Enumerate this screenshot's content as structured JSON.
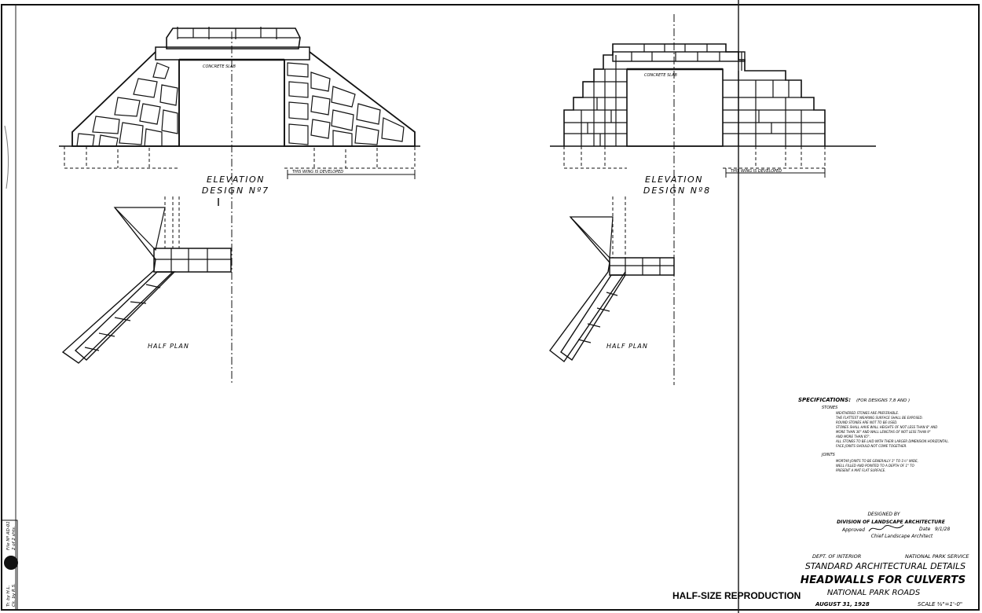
{
  "design7": {
    "slab_label": "CONCRETE SLAB",
    "wing_note": "THIS WING IS DEVELOPED",
    "elevation_title": "ELEVATION",
    "design_title": "DESIGN Nº7",
    "plan_label": "HALF PLAN"
  },
  "design8": {
    "slab_label": "CONCRETE SLAB",
    "wing_note": "THIS WING IS DEVELOPED",
    "elevation_title": "ELEVATION",
    "design_title": "DESIGN Nº8",
    "plan_label": "HALF PLAN"
  },
  "specifications": {
    "heading": "SPECIFICATIONS:",
    "scope": "(FOR DESIGNS 7,8 AND )",
    "stones_heading": "STONES",
    "stones_lines": [
      "WEATHERED STONES ARE PREFERABLE.",
      "THE FLATTEST WEARING SURFACE SHALL BE EXPOSED.",
      "ROUND STONES ARE NOT TO BE USED.",
      "STONES SHALL HAVE WALL HEIGHTS OF NOT LESS THAN 8\" AND",
      "MORE THAN 36\" AND WALL LENGTHS OF NOT LESS THAN 9\"",
      "AND MORE THAN 65\".",
      "ALL STONES TO BE LAID WITH THEIR LARGER DIMENSION HORIZONTAL.",
      "FACE JOINTS SHOULD NOT COME TOGETHER."
    ],
    "joints_heading": "JOINTS",
    "joints_lines": [
      "MORTAR JOINTS TO BE GENERALLY 1\" TO 1½\" WIDE,",
      "WELL FILLED AND POINTED TO A DEPTH OF 1\" TO",
      "PRESENT A MAT FLAT SURFACE."
    ]
  },
  "approval": {
    "designed_by": "DESIGNED BY",
    "division": "DIVISION OF LANDSCAPE ARCHITECTURE",
    "approved": "Approved",
    "date_label": "Date",
    "date_value": "9/1/28",
    "chief": "Chief Landscape Architect"
  },
  "title_block": {
    "dept": "DEPT. OF INTERIOR",
    "service": "NATIONAL PARK SERVICE",
    "line1": "STANDARD ARCHITECTURAL DETAILS",
    "line2": "HEADWALLS FOR CULVERTS",
    "line3": "NATIONAL PARK ROADS",
    "date": "AUGUST 31, 1928",
    "scale": "SCALE ⅜\"=1'-0\"",
    "reproduction": "HALF-SIZE REPRODUCTION"
  },
  "margin_strip": {
    "items": [
      "Tr. by H.L.",
      "Ck. by R.S.",
      "File Nº AD-01",
      "2 of 2 shts."
    ]
  }
}
